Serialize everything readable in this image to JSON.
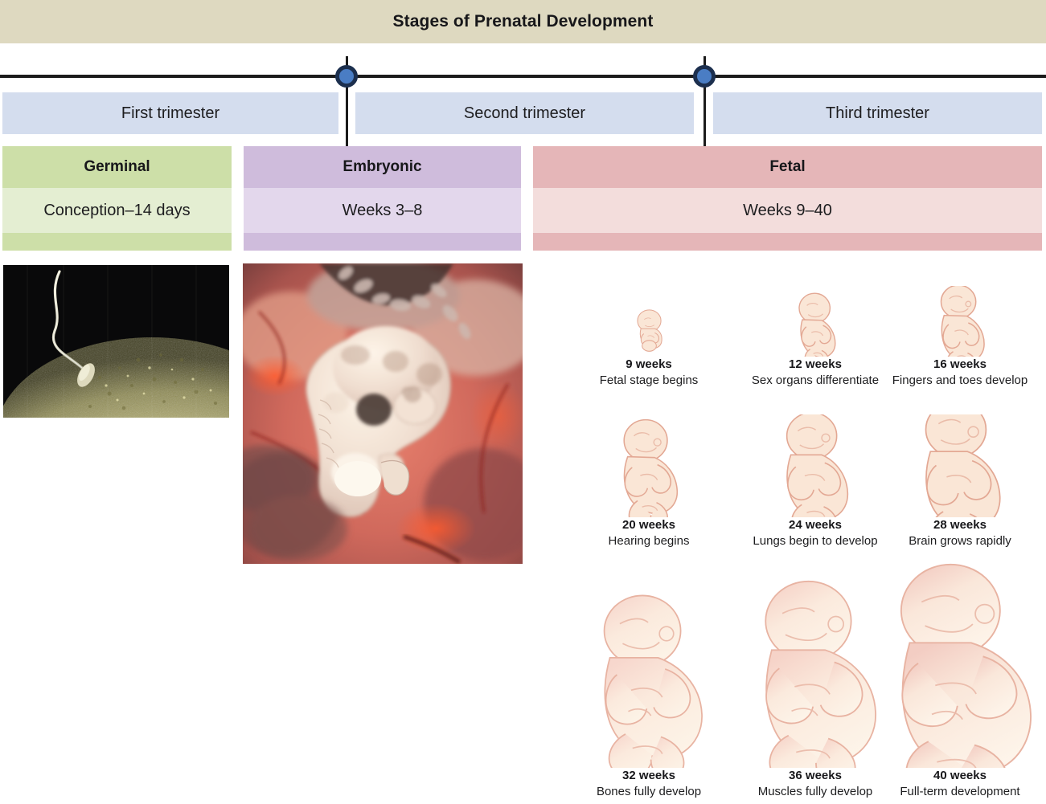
{
  "title": "Stages of Prenatal Development",
  "timeline": {
    "markers": [
      {
        "name": "first-second-trimester-divider"
      },
      {
        "name": "second-third-trimester-divider"
      }
    ]
  },
  "trimesters": [
    {
      "label": "First trimester"
    },
    {
      "label": "Second trimester"
    },
    {
      "label": "Third trimester"
    }
  ],
  "stages": [
    {
      "name": "Germinal",
      "range": "Conception–14 days",
      "color": "#cddfa8"
    },
    {
      "name": "Embryonic",
      "range": "Weeks 3–8",
      "color": "#cfbcdc"
    },
    {
      "name": "Fetal",
      "range": "Weeks 9–40",
      "color": "#e5b6b8"
    }
  ],
  "photos": [
    {
      "name": "sperm-fertilizing-egg-micrograph",
      "stage": "Germinal"
    },
    {
      "name": "human-embryo-in-uterus-photograph",
      "stage": "Embryonic"
    }
  ],
  "fetal_milestones": [
    {
      "week": "9 weeks",
      "description": "Fetal stage begins"
    },
    {
      "week": "12 weeks",
      "description": "Sex organs differentiate"
    },
    {
      "week": "16 weeks",
      "description": "Fingers and toes develop"
    },
    {
      "week": "20 weeks",
      "description": "Hearing begins"
    },
    {
      "week": "24 weeks",
      "description": "Lungs begin to develop"
    },
    {
      "week": "28 weeks",
      "description": "Brain grows rapidly"
    },
    {
      "week": "32 weeks",
      "description": "Bones fully develop"
    },
    {
      "week": "36 weeks",
      "description": "Muscles fully develop"
    },
    {
      "week": "40 weeks",
      "description": "Full-term development"
    }
  ],
  "colors": {
    "title_bar": "#ded9c0",
    "trimester_bar": "#d4ddee",
    "marker_fill": "#4a7dc4",
    "marker_ring": "#1c2f4e",
    "germinal_head": "#cddfa8",
    "germinal_body": "#e4eed2",
    "embryonic_head": "#cfbcdc",
    "embryonic_body": "#e3d7ec",
    "fetal_head": "#e5b6b8",
    "fetal_body": "#f3dddc",
    "fetus_skin": "#f7e2d2",
    "fetus_outline": "#e0a594"
  }
}
